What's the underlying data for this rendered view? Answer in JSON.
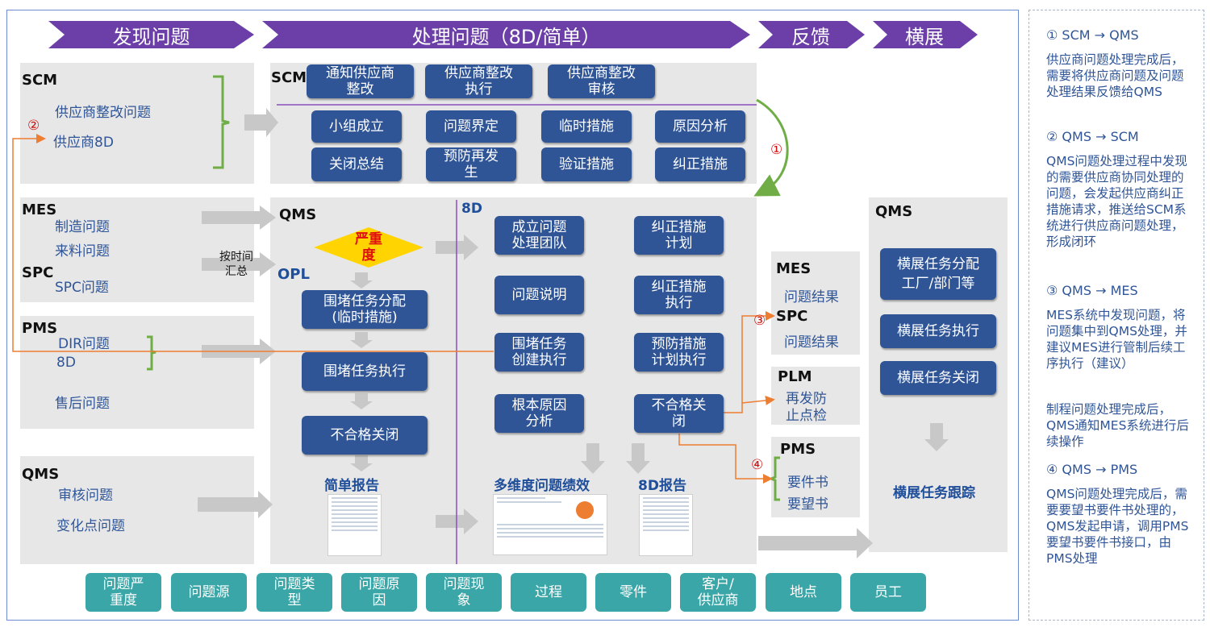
{
  "phases": [
    "发现问题",
    "处理问题（8D/简单）",
    "反馈",
    "横展"
  ],
  "discover": {
    "scm": {
      "title": "SCM",
      "items": [
        "供应商整改问题",
        "供应商8D"
      ],
      "marker": "②"
    },
    "mes": {
      "title": "MES",
      "items": [
        "制造问题",
        "来料问题"
      ]
    },
    "spc": {
      "title": "SPC",
      "items": [
        "SPC问题"
      ]
    },
    "pms": {
      "title": "PMS",
      "items": [
        "DIR问题",
        "8D",
        "售后问题"
      ]
    },
    "qms": {
      "title": "QMS",
      "items": [
        "审核问题",
        "变化点问题"
      ]
    },
    "summary_note": "按时间\n汇总"
  },
  "process_scm": {
    "title": "SCM",
    "top_boxes": [
      "通知供应商\n整改",
      "供应商整改\n执行",
      "供应商整改\n审核"
    ],
    "grid": [
      "小组成立",
      "问题界定",
      "临时措施",
      "原因分析",
      "关闭总结",
      "预防再发\n生",
      "验证措施",
      "纠正措施"
    ],
    "marker": "①"
  },
  "process_qms": {
    "title": "QMS",
    "opl_title": "OPL",
    "severity": "严重\n度",
    "opl_steps": [
      "围堵任务分配\n(临时措施)",
      "围堵任务执行",
      "不合格关闭"
    ],
    "simple_report": "简单报告",
    "d8_title": "8D",
    "d8_left": [
      "成立问题\n处理团队",
      "问题说明",
      "围堵任务\n创建执行",
      "根本原因\n分析"
    ],
    "d8_right": [
      "纠正措施\n计划",
      "纠正措施\n执行",
      "预防措施\n计划执行",
      "不合格关\n闭"
    ],
    "multi_perf": "多维度问题绩效",
    "report_8d": "8D报告"
  },
  "feedback": {
    "mes": {
      "title": "MES",
      "item": "问题结果"
    },
    "spc": {
      "title": "SPC",
      "item": "问题结果"
    },
    "plm": {
      "title": "PLM",
      "item": "再发防\n止点检"
    },
    "pms": {
      "title": "PMS",
      "items": [
        "要件书",
        "要望书"
      ]
    },
    "markers": [
      "③",
      "④"
    ]
  },
  "expand": {
    "title": "QMS",
    "boxes": [
      "横展任务分配\n工厂/部门等",
      "横展任务执行",
      "横展任务关闭"
    ],
    "track": "横展任务跟踪"
  },
  "dimensions": [
    "问题严\n重度",
    "问题源",
    "问题类\n型",
    "问题原\n因",
    "问题现\n象",
    "过程",
    "零件",
    "客户/\n供应商",
    "地点",
    "员工"
  ],
  "sidebar": [
    {
      "title": "① SCM → QMS",
      "text": "供应商问题处理完成后，需要将供应商问题及问题处理结果反馈给QMS"
    },
    {
      "title": "② QMS → SCM",
      "text": "QMS问题处理过程中发现的需要供应商协同处理的问题，会发起供应商纠正措施请求，推送给SCM系统进行供应商问题处理，形成闭环"
    },
    {
      "title": "③ QMS → MES",
      "text": "MES系统中发现问题，将问题集中到QMS处理，并建议MES进行管制后续工序执行（建议）",
      "text2": "制程问题处理完成后，QMS通知MES系统进行后续操作"
    },
    {
      "title": "④ QMS → PMS",
      "text": "QMS问题处理完成后，需要要望书要件书处理的，QMS发起申请，调用PMS要望书要件书接口，由PMS处理"
    }
  ],
  "colors": {
    "arrow": "#6c3fa8",
    "box": "#2f5597",
    "teal": "#3aa6a8",
    "panel": "#e7e7e7",
    "orange": "#ed7d31",
    "green": "#70ad47"
  }
}
